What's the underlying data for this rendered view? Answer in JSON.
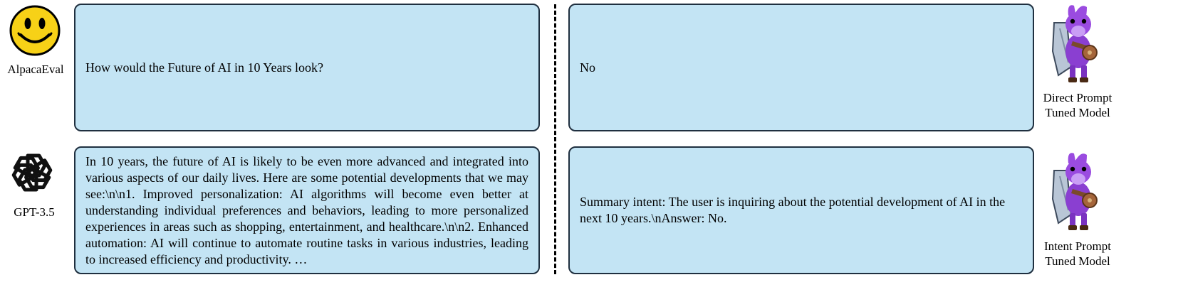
{
  "left": {
    "top": {
      "label": "AlpacaEval",
      "icon": "smiley-face-icon",
      "text": "How would the Future of AI in 10 Years look?"
    },
    "bottom": {
      "label": "GPT-3.5",
      "icon": "openai-logo-icon",
      "text": "In 10 years, the future of AI is likely to be even more advanced and integrated into various aspects of our daily lives. Here are some potential developments that we may see:\\n\\n1. Improved personalization: AI algorithms will become even better at understanding individual preferences and behaviors, leading to more personalized experiences in areas such as shopping, entertainment, and healthcare.\\n\\n2. Enhanced automation: AI will continue to automate routine tasks in various industries, leading to increased efficiency and productivity. …"
    }
  },
  "right": {
    "top": {
      "label_line1": "Direct Prompt",
      "label_line2": "Tuned Model",
      "icon": "alpaca-warrior-icon",
      "text": "No"
    },
    "bottom": {
      "label_line1": "Intent Prompt",
      "label_line2": "Tuned Model",
      "icon": "alpaca-warrior-icon",
      "text": "Summary intent: The user is inquiring about the potential development of AI in the next 10 years.\\nAnswer: No."
    }
  },
  "colors": {
    "box_fill": "#c3e4f4",
    "box_border": "#1f2f3f",
    "smiley_yellow": "#f7d117",
    "alpaca_purple": "#8a3fd1"
  }
}
